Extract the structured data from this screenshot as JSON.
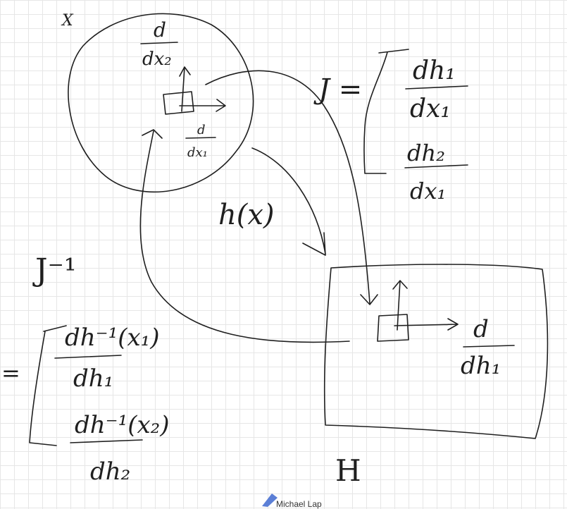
{
  "labels": {
    "space_x": "X",
    "space_h": "H",
    "d_dx2_num": "d",
    "d_dx2_den": "dx₂",
    "d_dx1_num": "d",
    "d_dx1_den": "dx₁",
    "map_label": "h(x)",
    "jacobian_eq": "J =",
    "j_num1": "dh₁",
    "j_den1": "dx₁",
    "j_num2": "dh₂",
    "j_den2": "dx₁",
    "j_inverse": "J⁻¹",
    "equals": "=",
    "ji_num1": "dh⁻¹(x₁)",
    "ji_den1": "dh₁",
    "ji_num2": "dh⁻¹(x₂)",
    "ji_den2": "dh₂",
    "d_dh1_num": "d",
    "d_dh1_den": "dh₁"
  },
  "cursor": {
    "user": "Michael Lap",
    "color": "#5b7fd6"
  }
}
